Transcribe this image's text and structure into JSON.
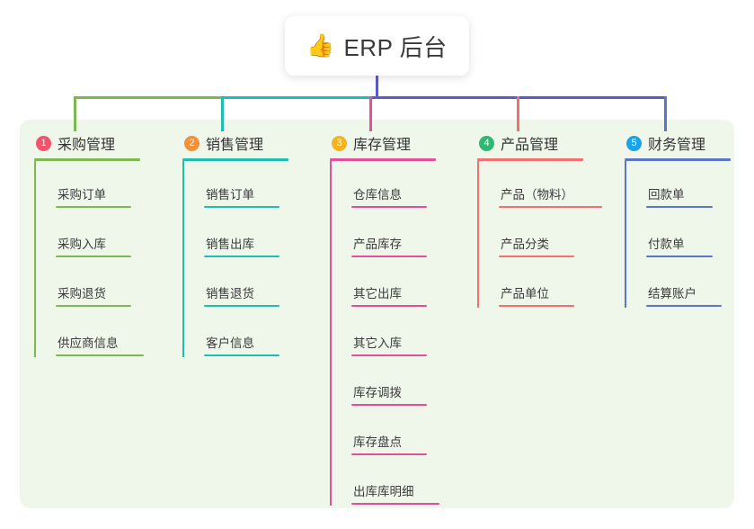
{
  "title": {
    "icon": "thumbs-up-icon",
    "icon_glyph": "👍",
    "text": "ERP 后台"
  },
  "theme": {
    "panel_bg": "#eef7e9",
    "page_bg": "#ffffff",
    "text": "#333333"
  },
  "connectors": {
    "trunk_color": "#5b5bc4",
    "left_bar_color": "#7cb94f",
    "mid_bar_color": "#1fbfb0",
    "right_bar_color": "#5b5bc4"
  },
  "columns": [
    {
      "index": "1",
      "badge_color": "#f4526b",
      "line_color": "#7cb94f",
      "drop_color": "#7cb94f",
      "label": "采购管理",
      "head_rule_width": 118,
      "items": [
        {
          "label": "采购订单",
          "rule_width": 84
        },
        {
          "label": "采购入库",
          "rule_width": 84
        },
        {
          "label": "采购退货",
          "rule_width": 84
        },
        {
          "label": "供应商信息",
          "rule_width": 98
        }
      ]
    },
    {
      "index": "2",
      "badge_color": "#f29138",
      "line_color": "#1fbfb0",
      "drop_color": "#1fbfb0",
      "label": "销售管理",
      "head_rule_width": 118,
      "items": [
        {
          "label": "销售订单",
          "rule_width": 84
        },
        {
          "label": "销售出库",
          "rule_width": 84
        },
        {
          "label": "销售退货",
          "rule_width": 84
        },
        {
          "label": "客户信息",
          "rule_width": 84
        }
      ]
    },
    {
      "index": "3",
      "badge_color": "#f5b322",
      "line_color": "#e44f9a",
      "drop_color": "#e44f9a",
      "label": "库存管理",
      "head_rule_width": 118,
      "items": [
        {
          "label": "仓库信息",
          "rule_width": 84
        },
        {
          "label": "产品库存",
          "rule_width": 84
        },
        {
          "label": "其它出库",
          "rule_width": 84
        },
        {
          "label": "其它入库",
          "rule_width": 84
        },
        {
          "label": "库存调拨",
          "rule_width": 84
        },
        {
          "label": "库存盘点",
          "rule_width": 84
        },
        {
          "label": "出库库明细",
          "rule_width": 98
        }
      ]
    },
    {
      "index": "4",
      "badge_color": "#2eb872",
      "line_color": "#f4706e",
      "drop_color": "#f4706e",
      "label": "产品管理",
      "head_rule_width": 118,
      "items": [
        {
          "label": "产品（物料）",
          "rule_width": 115
        },
        {
          "label": "产品分类",
          "rule_width": 84
        },
        {
          "label": "产品单位",
          "rule_width": 84
        }
      ]
    },
    {
      "index": "5",
      "badge_color": "#1aa3e8",
      "line_color": "#5b76c4",
      "drop_color": "#5b76c4",
      "label": "财务管理",
      "head_rule_width": 118,
      "items": [
        {
          "label": "回款单",
          "rule_width": 74
        },
        {
          "label": "付款单",
          "rule_width": 74
        },
        {
          "label": "结算账户",
          "rule_width": 84
        }
      ]
    }
  ]
}
